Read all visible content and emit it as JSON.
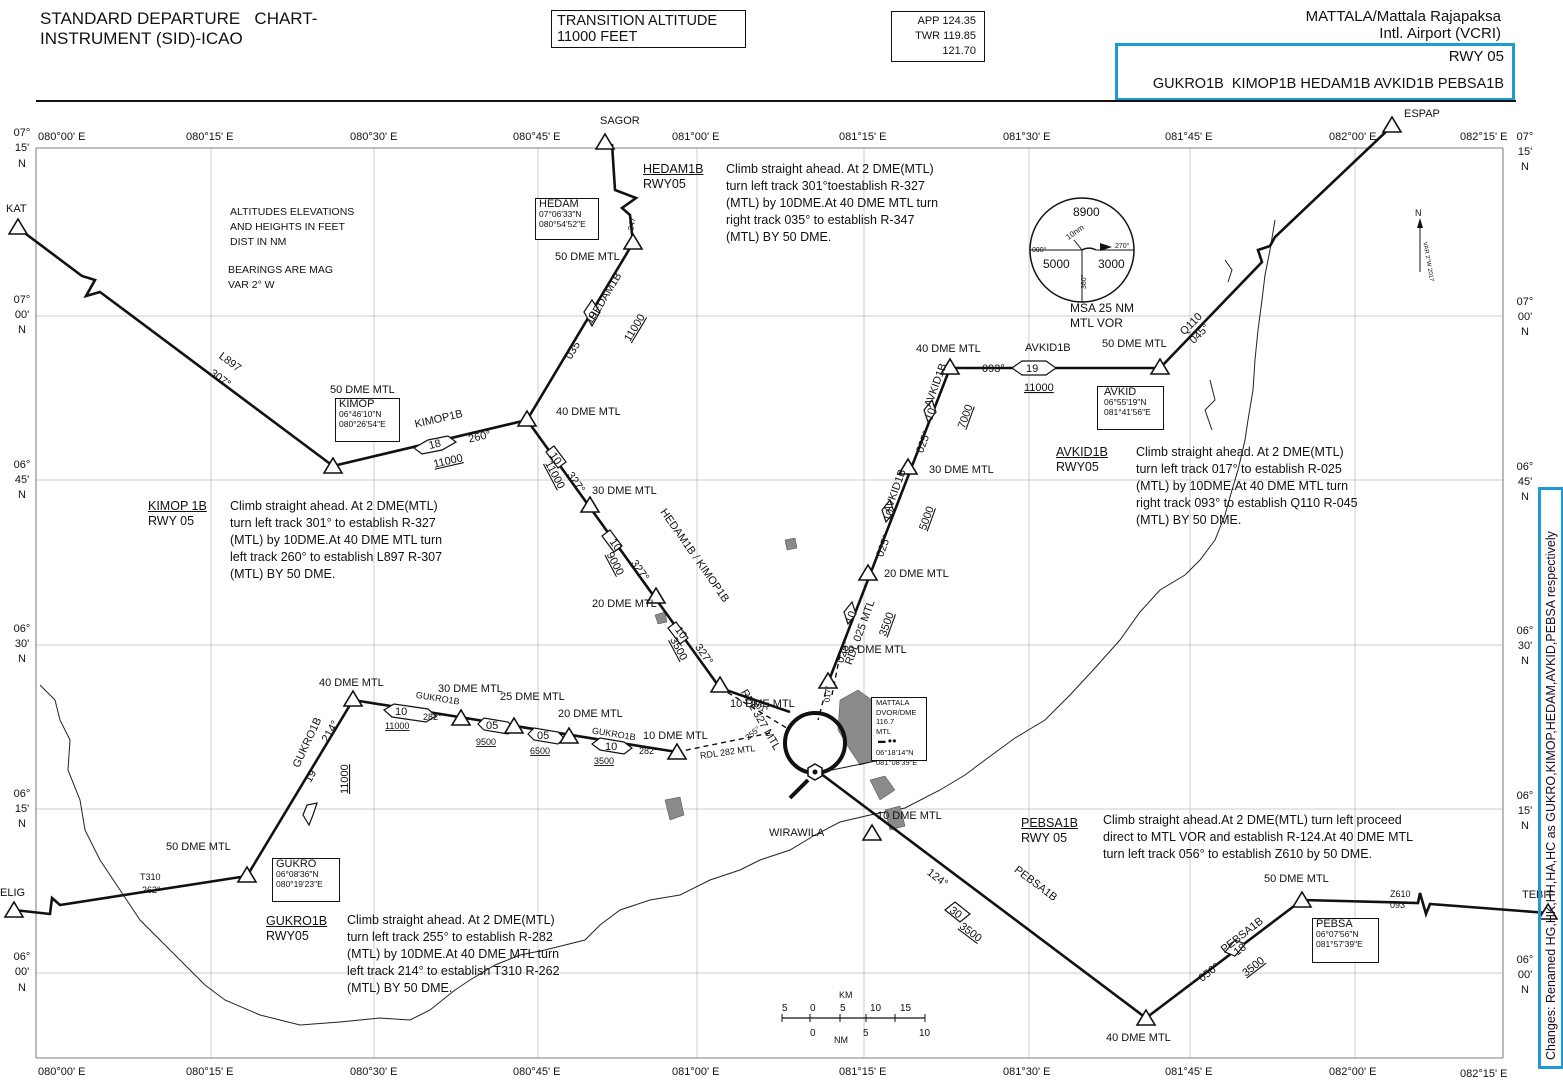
{
  "header": {
    "title_line1": "STANDARD DEPARTURE   CHART-",
    "title_line2": "INSTRUMENT (SID)-ICAO",
    "transition_line1": "TRANSITION ALTITUDE",
    "transition_line2": "11000 FEET",
    "freq_line1": "APP 124.35",
    "freq_line2": "TWR 119.85",
    "freq_line3": "121.70",
    "airport_line1": "MATTALA/Mattala Rajapaksa",
    "airport_line2": "Intl. Airport (VCRI)",
    "runway": "RWY 05",
    "procedures": "GUKRO1B  KIMOP1B HEDAM1B AVKID1B PEBSA1B"
  },
  "changes_note": "Changes: Renamed HG,HK,HH,HA,HC  as GUKRO,KIMOP,HEDAM,AVKID,PEBSA respectively",
  "colors": {
    "highlight": "#1e9bd7",
    "ink": "#111111",
    "island": "#8a8a8a"
  },
  "grid": {
    "lon_labels_top": [
      "080°00' E",
      "080°15' E",
      "080°30' E",
      "080°45' E",
      "081°00' E",
      "081°15' E",
      "081°30' E",
      "081°45' E",
      "082°00' E",
      "082°15' E"
    ],
    "lon_labels_bottom": [
      "080°00' E",
      "080°15' E",
      "080°30' E",
      "080°45' E",
      "081°00' E",
      "081°15' E",
      "081°30' E",
      "081°45' E",
      "082°00' E",
      "082°15' E"
    ],
    "lat_labels": [
      {
        "deg": "07°",
        "min": "15'",
        "hem": "N"
      },
      {
        "deg": "07°",
        "min": "00'",
        "hem": "N"
      },
      {
        "deg": "06°",
        "min": "45'",
        "hem": "N"
      },
      {
        "deg": "06°",
        "min": "30'",
        "hem": "N"
      },
      {
        "deg": "06°",
        "min": "15'",
        "hem": "N"
      },
      {
        "deg": "06°",
        "min": "00'",
        "hem": "N"
      }
    ]
  },
  "notes": {
    "altitudes_line1": "ALTITUDES ELEVATIONS",
    "altitudes_line2": "AND HEIGHTS IN FEET",
    "altitudes_line3": "DIST IN NM",
    "bearings_line1": "BEARINGS ARE MAG",
    "bearings_line2": "VAR 2° W"
  },
  "waypoints": {
    "kat": "KAT",
    "sagor": "SAGOR",
    "espap": "ESPAP",
    "elig": "ELIG",
    "tebit": "TEBIT",
    "wirawila": "WIRAWILA"
  },
  "fix_boxes": {
    "hedam": {
      "name": "HEDAM",
      "lat": "07°06'33\"N",
      "lon": "080°54'52\"E"
    },
    "kimop": {
      "name": "KIMOP",
      "lat": "06°46'10\"N",
      "lon": "080°26'54\"E"
    },
    "avkid": {
      "name": "AVKID",
      "lat": "06°55'19\"N",
      "lon": "081°41'56\"E"
    },
    "gukro": {
      "name": "GUKRO",
      "lat": "06°08'36\"N",
      "lon": "080°19'23\"E"
    },
    "pebsa": {
      "name": "PEBSA",
      "lat": "06°07'56\"N",
      "lon": "081°57'39\"E"
    },
    "mattala": {
      "name": "MATTALA",
      "line2": "DVOR/DME 116.7",
      "line3": "MTL",
      "lat": "06°18'14\"N",
      "lon": "081°08'39\"E"
    }
  },
  "msa": {
    "value_top": "8900",
    "value_left": "5000",
    "value_right": "3000",
    "radius": "10nm",
    "b090": "090°",
    "b270": "270°",
    "b360": "360°",
    "caption1": "MSA 25 NM",
    "caption2": "MTL VOR"
  },
  "scale": {
    "km_label": "KM",
    "nm_label": "NM",
    "km_ticks": [
      "5",
      "0",
      "5",
      "10",
      "15"
    ],
    "nm_ticks": [
      "0",
      "5",
      "10"
    ]
  },
  "north": {
    "label": "N",
    "var": "VAR 2°W 2017"
  },
  "procedures": {
    "hedam": {
      "name": "HEDAM1B",
      "rwy": "RWY05",
      "lines": [
        "Climb straight ahead. At 2 DME(MTL)",
        "turn left track 301°toestablish R-327",
        "(MTL) by 10DME.At 40 DME MTL turn",
        "right track 035° to establish R-347",
        "(MTL) BY 50 DME."
      ]
    },
    "kimop": {
      "name": "KIMOP 1B",
      "rwy": "RWY 05",
      "lines": [
        "Climb straight ahead. At 2 DME(MTL)",
        "turn left track 301° to establish R-327",
        "(MTL) by 10DME.At 40 DME MTL turn",
        "left track 260° to establish L897 R-307",
        "(MTL) BY 50 DME."
      ]
    },
    "avkid": {
      "name": "AVKID1B",
      "rwy": "RWY05",
      "lines": [
        "Climb straight ahead. At 2 DME(MTL)",
        "turn left track 017° to establish R-025",
        "(MTL) by 10DME.At 40 DME MTL turn",
        "right track 093° to establish Q110 R-045",
        "(MTL) BY 50 DME."
      ]
    },
    "gukro": {
      "name": "GUKRO1B",
      "rwy": "RWY05",
      "lines": [
        "Climb straight ahead. At 2 DME(MTL)",
        "turn left track 255° to establish R-282",
        "(MTL) by 10DME.At 40 DME MTL turn",
        "left track 214° to establish T310 R-262",
        "(MTL) BY 50 DME."
      ]
    },
    "pebsa": {
      "name": "PEBSA1B",
      "rwy": "RWY 05",
      "lines": [
        "Climb straight ahead.At 2 DME(MTL) turn left proceed",
        "direct to MTL VOR and establish R-124.At 40 DME MTL",
        "turn left track 056° to establish Z610 by 50 DME."
      ]
    }
  },
  "route_labels": {
    "l897": "L897",
    "l897_brg": "307°",
    "kimop1b": "KIMOP1B",
    "kimop_260": "260°",
    "kimop_18": "18",
    "kimop_11000": "11000",
    "dme50_kimop": "50 DME MTL",
    "dme40_center": "40 DME MTL",
    "dme50_hedam": "50 DME MTL",
    "hedam1b": "HEDAM1B",
    "hedam_035": "035",
    "hedam_19": "19",
    "hedam_11000": "11000",
    "hedam_347": "347",
    "dme30_hk": "30 DME MTL",
    "dme20_hk": "20 DME MTL",
    "dme10_hk": "10 DME MTL",
    "hk_label": "HEDAM1B / KIMOP1B",
    "hk_10a": "10",
    "hk_327a": "327°",
    "hk_11000": "11000",
    "hk_10b": "10",
    "hk_327b": "327°",
    "hk_9000": "9000",
    "hk_10c": "10",
    "hk_327c": "327°",
    "hk_3500": "3500",
    "rdl327": "RDL 327 MTL",
    "hk_301": "301°",
    "avkid_dme40": "40 DME MTL",
    "avkid_093": "093°",
    "avkid_label": "AVKID1B",
    "avkid_19": "19",
    "avkid_11000": "11000",
    "avkid_dme50": "50 DME MTL",
    "q110": "Q110",
    "q110_045": "045°",
    "avkid1b_upper": "AVKID1B",
    "av_10a": "10",
    "av_7000": "7000",
    "av_025a": "025°",
    "avkid1b_lower": "AVKID1B",
    "av_dme30": "30 DME MTL",
    "av_10b": "10",
    "av_5000": "5000",
    "av_025b": "025°",
    "av_dme20": "20 DME MTL",
    "rdl025": "RDL 025 MTL",
    "av_10c": "10",
    "av_3500": "3500",
    "av_025c": "025°",
    "av_dme10": "10 DME MTL",
    "av_017": "017°",
    "gk_dme40": "40 DME MTL",
    "gk_label_top": "GUKRO1B",
    "gk_10a": "10",
    "gk_282": "282°",
    "gk_11000": "11000",
    "gk_dme30": "30 DME MTL",
    "gk_05a": "05",
    "gk_9500": "9500",
    "gk_dme25": "25 DME MTL",
    "gk_05b": "05",
    "gk_6500": "6500",
    "gk_dme20": "20 DME MTL",
    "gk_label_mid": "GUKRO1B",
    "gk_10b": "10",
    "gk_282b": "282°",
    "gk_3500": "3500",
    "gk_dme10": "10 DME MTL",
    "rdl282": "RDL 282 MTL",
    "gk_255": "255°",
    "gk_vert": "GUKRO1B",
    "gk_214": "214°",
    "gk_19": "19",
    "gk_11000v": "11000",
    "gk_dme50": "50 DME MTL",
    "t310": "T310",
    "t310_262": "262°",
    "pb_dme10": "10 DME MTL",
    "pb_124": "124°",
    "pb_label": "PEBSA1B",
    "pb_30": "30",
    "pb_3500": "3500",
    "pb_dme40": "40 DME MTL",
    "pb_label2": "PEBSA1B",
    "pb_056": "056°",
    "pb_18": "18",
    "pb_3500b": "3500",
    "pb_dme50": "50 DME MTL",
    "z610": "Z610",
    "z610_093": "093°"
  }
}
